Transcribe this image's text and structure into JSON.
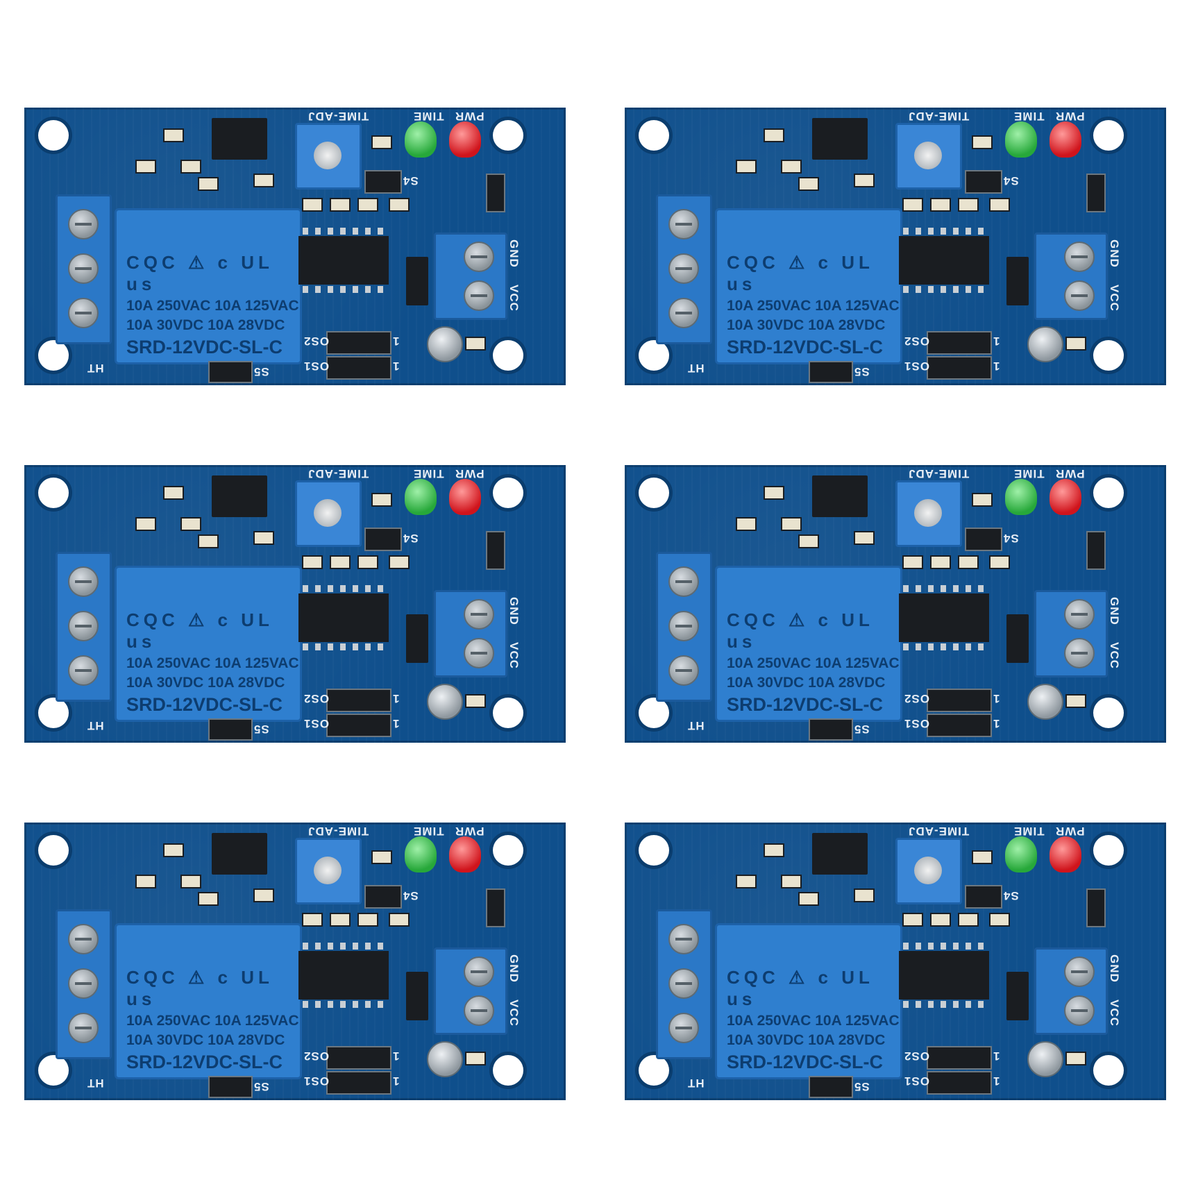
{
  "boards": [
    {
      "id": 1
    },
    {
      "id": 2
    },
    {
      "id": 3
    },
    {
      "id": 4
    },
    {
      "id": 5
    },
    {
      "id": 6
    }
  ],
  "labels": {
    "time_adj": "TIME-ADJ",
    "time": "TIME",
    "pwr": "PWR",
    "s4": "S4",
    "s5": "S5",
    "os1": "OS1",
    "os2": "OS2",
    "one": "1",
    "gnd": "GND",
    "vcc": "VCC",
    "ht": "HT"
  },
  "relay": {
    "logos": "CQC ⚠ c UL us",
    "line1": "10A 250VAC  10A 125VAC",
    "line2": "10A  30VDC  10A  28VDC",
    "model": "SRD-12VDC-SL-C"
  },
  "colors": {
    "pcb": "#0f4f8c",
    "terminal": "#2b78c7",
    "relay": "#2f7fcf",
    "led_green": "#27a83a",
    "led_red": "#d0141c"
  }
}
